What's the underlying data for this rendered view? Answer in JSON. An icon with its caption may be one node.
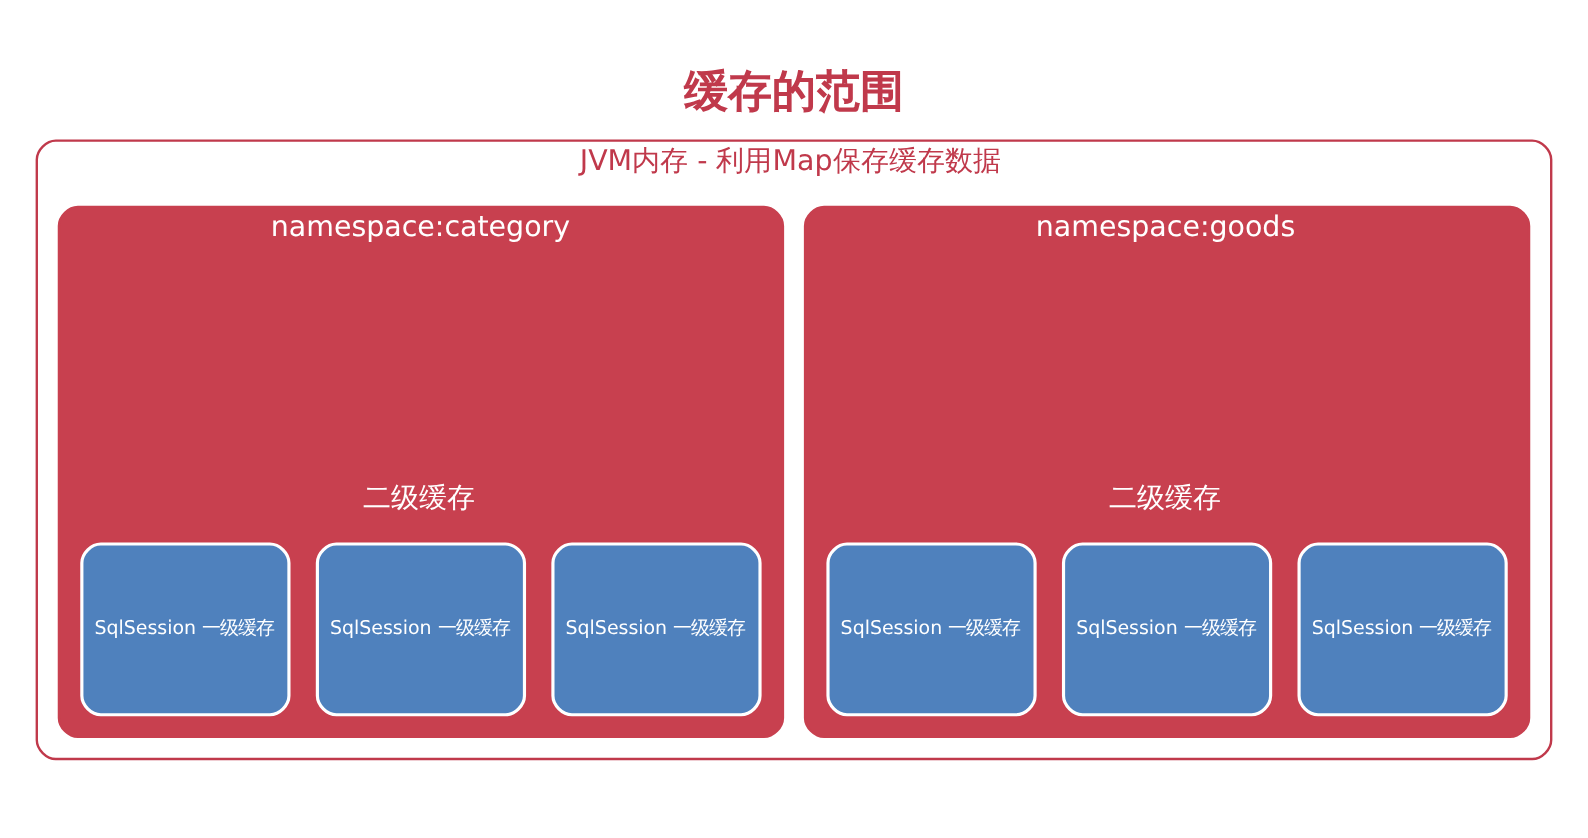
{
  "diagram": {
    "title": "缓存的范围",
    "nodes": [
      {
        "text": [
          "JVM内存 - 利用Map保存缓存数据"
        ]
      },
      {
        "text": [
          "namespace:goods",
          "二级缓存"
        ],
        "in": 0
      },
      {
        "text": [
          "SqlSession 一级缓存"
        ],
        "in": 1
      },
      {
        "text": [
          "SqlSession 一级缓存"
        ],
        "in": 1
      },
      {
        "text": [
          "SqlSession 一级缓存"
        ],
        "in": 1
      },
      {
        "text": [
          "namespace:category",
          "二级缓存"
        ],
        "in": 0
      },
      {
        "text": [
          "SqlSession 一级缓存"
        ],
        "in": 5
      },
      {
        "text": [
          "SqlSession 一级缓存"
        ],
        "in": 5
      },
      {
        "text": [
          "SqlSession 一级缓存"
        ],
        "in": 5
      }
    ],
    "edges": []
  }
}
